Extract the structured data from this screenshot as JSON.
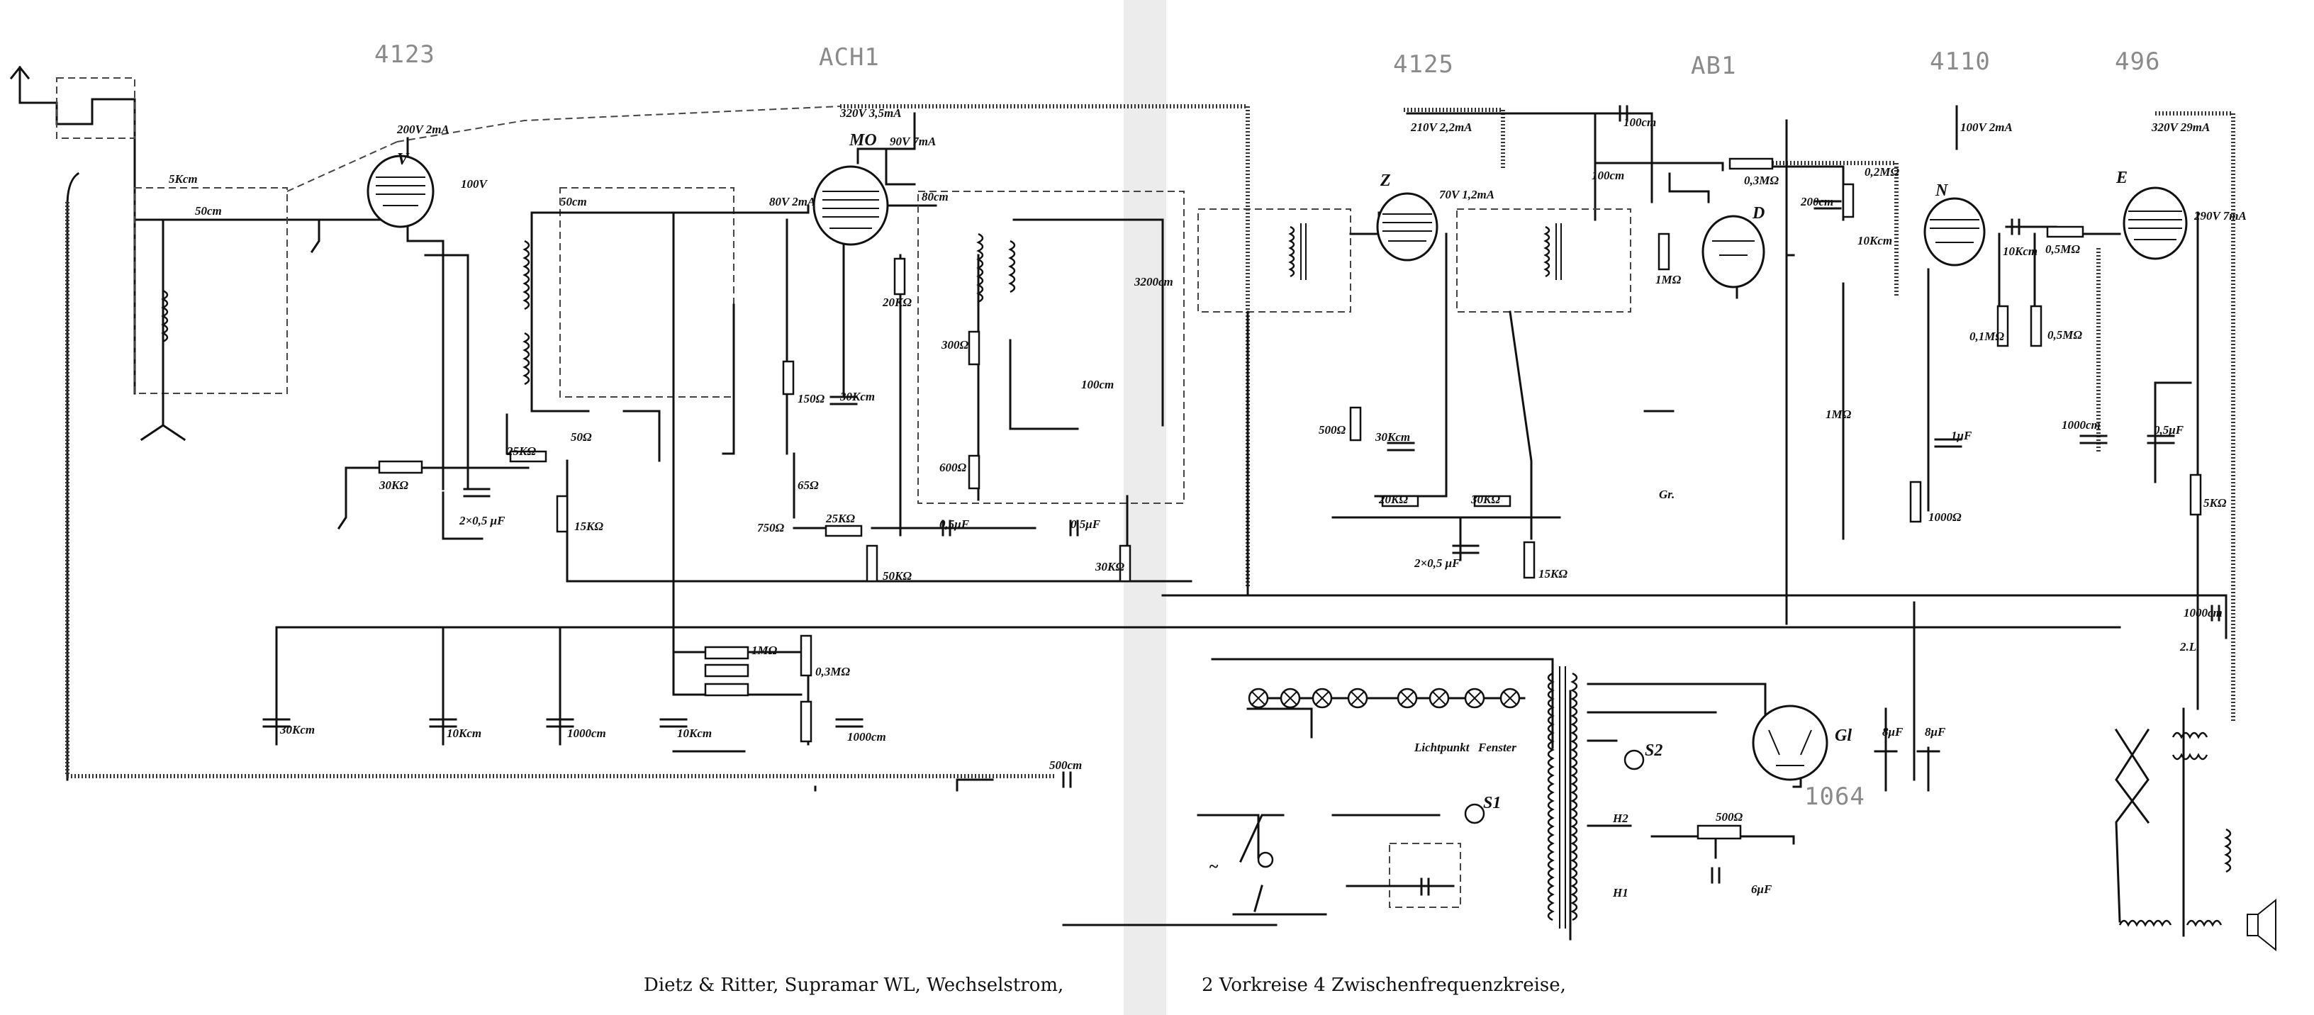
{
  "tubes": {
    "t1": "4123",
    "t2": "ACH1",
    "t3": "4125",
    "t4": "AB1",
    "t5": "4110",
    "t6": "496",
    "rectifier": "1064"
  },
  "tube_letters": {
    "v": "V",
    "mo": "MO",
    "z": "Z",
    "d": "D",
    "n": "N",
    "e": "E",
    "gl": "Gl"
  },
  "operating_points": {
    "v": "200V 2mA",
    "v_screen": "100V",
    "mo_anode": "320V 3,5mA",
    "mo_osc": "90V 7mA",
    "mo_grid": "80V 2mA",
    "z_anode": "210V 2,2mA",
    "z_screen": "70V 1,2mA",
    "n": "100V 2mA",
    "e_anode": "320V 29mA",
    "e_screen": "290V 7mA"
  },
  "components": {
    "c_5kcm": "5Kcm",
    "c_50cm_a": "50cm",
    "c_50cm_b": "50cm",
    "c_80cm": "80cm",
    "r_30k_a": "30KΩ",
    "c_2x05": "2×0,5 μF",
    "r_25k_a": "25KΩ",
    "p_50": "50Ω",
    "r_15k_a": "15KΩ",
    "r_20k": "20KΩ",
    "r_150": "150Ω",
    "c_30kcm_a": "30Kcm",
    "r_65": "65Ω",
    "r_750": "750Ω",
    "r_25k_b": "25KΩ",
    "c_05_a": "0,5μF",
    "c_05_b": "0,5μF",
    "r_50k": "50KΩ",
    "r_30k_b": "30KΩ",
    "r_300": "300Ω",
    "r_600": "600Ω",
    "c_100cm_a": "100cm",
    "c_3200cm": "3200cm",
    "c_100cm_top": "100cm",
    "c_100cm_b": "100cm",
    "r_500": "500Ω",
    "c_30kcm_b": "30Kcm",
    "r_20k_b": "20KΩ",
    "r_30k_c": "30KΩ",
    "c_2x05_b": "2×0,5 μF",
    "r_15k_b": "15KΩ",
    "r_1m_a": "1MΩ",
    "r_03m_a": "0,3MΩ",
    "r_02m": "0,2MΩ",
    "c_200cm": "200cm",
    "c_10kcm_a": "10Kcm",
    "p_1m": "1MΩ",
    "gr": "Gr.",
    "c_10kcm_b": "10Kcm",
    "r_05m_a": "0,5MΩ",
    "r_01m": "0,1MΩ",
    "r_05m_b": "0,5MΩ",
    "c_1uf": "1μF",
    "r_1000": "1000Ω",
    "c_1000cm_a": "1000cm",
    "c_05uf": "0,5μF",
    "r_5k": "5KΩ",
    "c_1000cm_b": "1000cm",
    "twol": "2.L.",
    "c_30kcm_c": "30Kcm",
    "c_10kcm_c": "10Kcm",
    "c_1000cm_c": "1000cm",
    "c_10kcm_d": "10Kcm",
    "r_1m_b": "1MΩ",
    "r_03m_b": "0,3MΩ",
    "c_1000cm_d": "1000cm",
    "c_500cm": "500cm",
    "c_8uf_a": "8μF",
    "c_8uf_b": "8μF",
    "r_500_b": "500Ω",
    "c_6uf": "6μF",
    "s1": "S1",
    "s2": "S2",
    "h1": "H1",
    "h2": "H2",
    "lampe": "Lichtpunkt",
    "fenster": "Fenster"
  },
  "caption": {
    "left": "Dietz & Ritter, Supramar WL, Wechselstrom,",
    "right": "2 Vorkreise 4 Zwischenfrequenzkreise,"
  }
}
